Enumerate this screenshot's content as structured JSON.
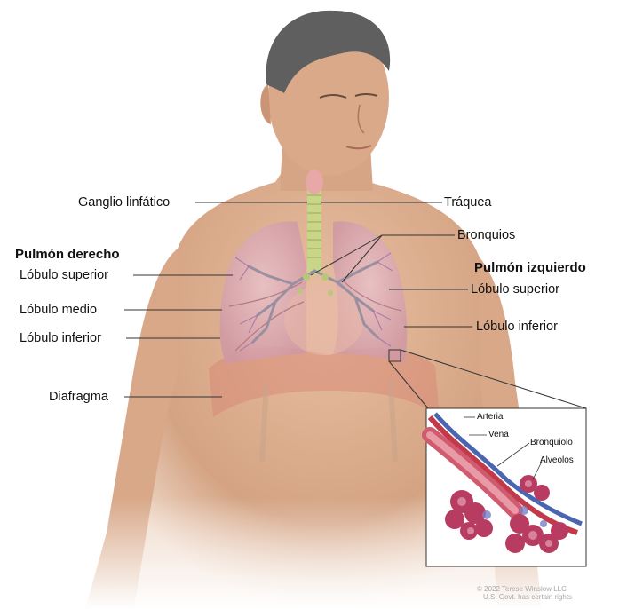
{
  "labels": {
    "ganglio": "Ganglio linfático",
    "traquea": "Tráquea",
    "bronquios": "Bronquios",
    "pulmon_derecho": "Pulmón derecho",
    "pulmon_izquierdo": "Pulmón izquierdo",
    "der_superior": "Lóbulo superior",
    "der_medio": "Lóbulo medio",
    "der_inferior": "Lóbulo inferior",
    "izq_superior": "Lóbulo superior",
    "izq_inferior": "Lóbulo inferior",
    "diafragma": "Diafragma"
  },
  "inset_labels": {
    "arteria": "Arteria",
    "vena": "Vena",
    "bronquiolo": "Bronquiolo",
    "alveolos": "Alveolos"
  },
  "credit": {
    "line1": "© 2022 Terese Winslow LLC",
    "line2": "U.S. Govt. has certain rights"
  },
  "colors": {
    "skin": "#d9a987",
    "hair": "#5f5f5f",
    "lung": "#d9a6b0",
    "bronchi": "#9a8fa0",
    "trachea": "#c9d68a",
    "diaphragm": "#d98a78",
    "artery": "#c23a4a",
    "vein": "#4a66b0",
    "alveoli": "#b83c62"
  }
}
